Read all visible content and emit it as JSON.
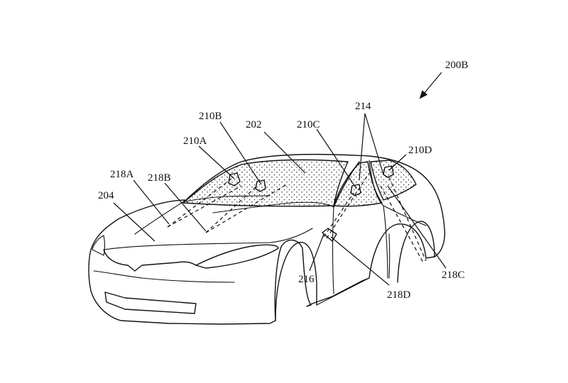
{
  "figure_id": "200B",
  "labels": {
    "figure": "200B",
    "windshield": "202",
    "hood": "204",
    "sensor_a": "210A",
    "sensor_b": "210B",
    "sensor_c": "210C",
    "sensor_d": "210D",
    "side_windows": "214",
    "side_sensor": "216",
    "fov_a": "218A",
    "fov_b": "218B",
    "fov_c": "218C",
    "fov_d": "218D"
  },
  "colors": {
    "line": "#111111",
    "background": "#ffffff",
    "stipple": "#222222"
  }
}
